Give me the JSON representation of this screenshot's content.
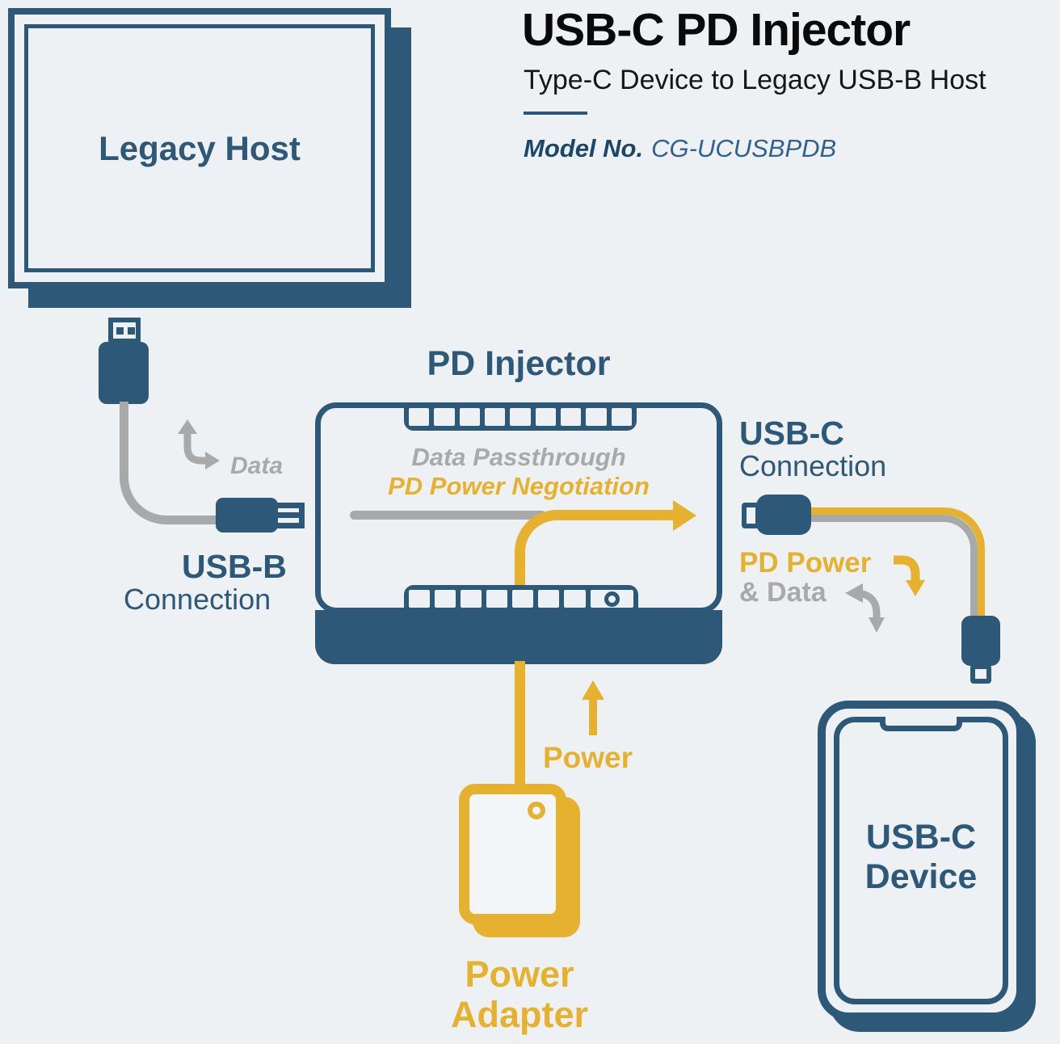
{
  "colors": {
    "navy": "#2d5878",
    "yellow": "#e6b12e",
    "gray": "#a9a9a9",
    "background": "#edf1f4",
    "title_black": "#0a0a0a",
    "model_label_navy": "#1d4768",
    "model_value_blue": "#31628f"
  },
  "header": {
    "title": "USB-C PD Injector",
    "subtitle": "Type-C Device to Legacy USB-B Host",
    "model_label": "Model No.",
    "model_value": "CG-UCUSBPDB"
  },
  "legacy_host": {
    "label": "Legacy Host"
  },
  "usb_b": {
    "title": "USB-B",
    "subtitle": "Connection",
    "data_label": "Data"
  },
  "injector": {
    "title": "PD Injector",
    "passthrough": "Data Passthrough",
    "negotiation": "PD Power Negotiation"
  },
  "usb_c": {
    "title": "USB-C",
    "subtitle": "Connection",
    "power_label": "PD Power",
    "data_label": "& Data"
  },
  "power": {
    "label": "Power"
  },
  "adapter": {
    "line1": "Power",
    "line2": "Adapter"
  },
  "device": {
    "line1": "USB-C",
    "line2": "Device"
  },
  "icons": {
    "usb_a_plug": "usb-a-plug",
    "usb_b_plug": "usb-b-plug",
    "usb_c_plug": "usb-c-plug",
    "data_arrow_left": "curved-up-right-bidirectional-arrow",
    "power_arrow_down": "curved-down-arrow",
    "data_arrow_right": "curved-left-down-bidirectional-arrow",
    "power_arrow_up": "straight-up-arrow",
    "monitor": "monitor-frame",
    "phone": "smartphone-frame",
    "power_adapter": "power-adapter-box"
  }
}
